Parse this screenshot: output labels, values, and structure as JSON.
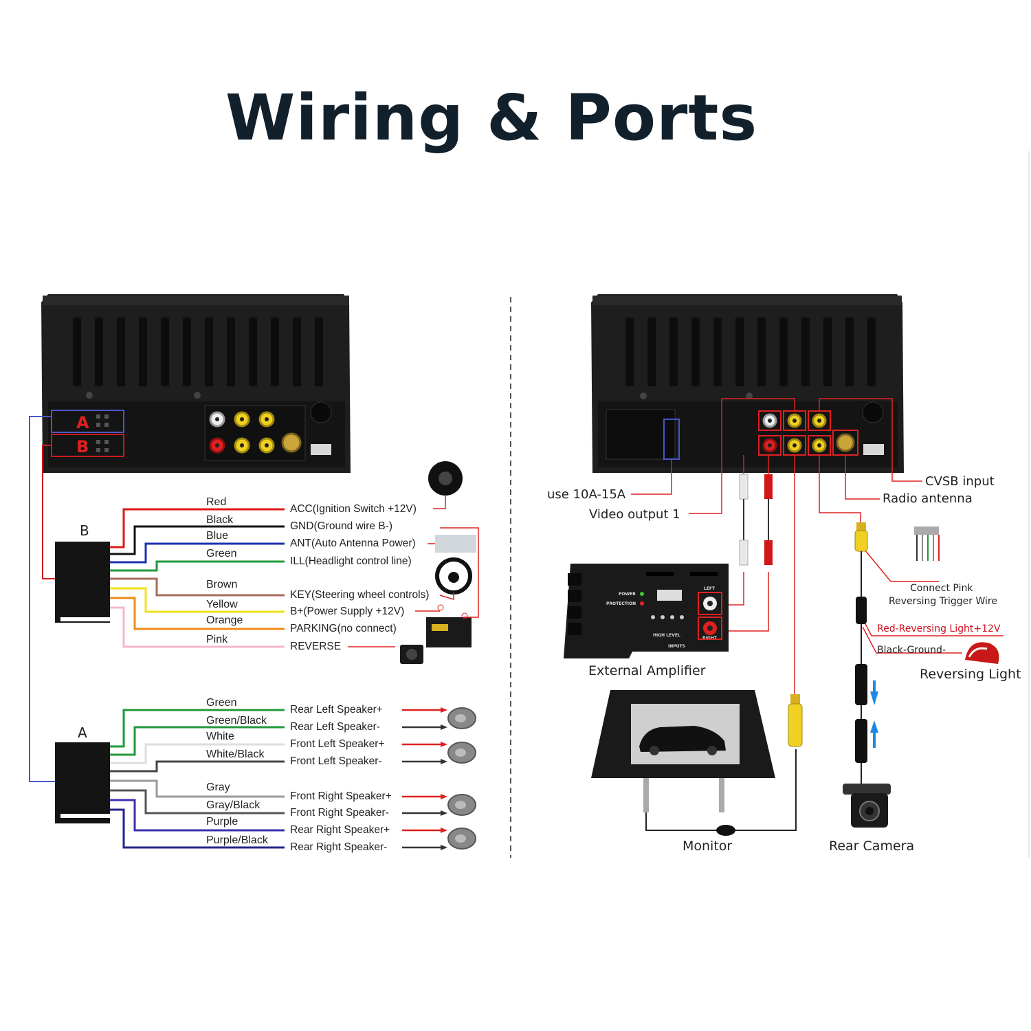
{
  "title": "Wiring & Ports",
  "colors": {
    "title": "#12202c",
    "wire_line": "#e02020",
    "arrow": "#1e88e5"
  },
  "left": {
    "connector_labels": [
      "A",
      "B"
    ],
    "group_b": {
      "label": "B",
      "wires": [
        {
          "color_name": "Red",
          "hex": "#e01818",
          "function": "ACC(Ignition Switch +12V)"
        },
        {
          "color_name": "Black",
          "hex": "#111111",
          "function": "GND(Ground wire B-)"
        },
        {
          "color_name": "Blue",
          "hex": "#1b2fb0",
          "function": "ANT(Auto Antenna Power)"
        },
        {
          "color_name": "Green",
          "hex": "#1f9a3a",
          "function": "ILL(Headlight control line)"
        },
        {
          "color_name": "Brown",
          "hex": "#a86a5c",
          "function": "KEY(Steering wheel controls)"
        },
        {
          "color_name": "Yellow",
          "hex": "#f2e01a",
          "function": "B+(Power Supply +12V)"
        },
        {
          "color_name": "Orange",
          "hex": "#f08a1a",
          "function": "PARKING(no connect)"
        },
        {
          "color_name": "Pink",
          "hex": "#f4b8c8",
          "function": "REVERSE"
        }
      ]
    },
    "group_a": {
      "label": "A",
      "wires": [
        {
          "color_name": "Green",
          "hex": "#1f9a3a",
          "function": "Rear Left Speaker+"
        },
        {
          "color_name": "Green/Black",
          "hex": "#1f9a3a",
          "function": "Rear Left Speaker-"
        },
        {
          "color_name": "White",
          "hex": "#dddddd",
          "function": "Front Left Speaker+"
        },
        {
          "color_name": "White/Black",
          "hex": "#444444",
          "function": "Front Left Speaker-"
        },
        {
          "color_name": "Gray",
          "hex": "#9a9a9a",
          "function": "Front Right Speaker+"
        },
        {
          "color_name": "Gray/Black",
          "hex": "#555555",
          "function": "Front Right Speaker-"
        },
        {
          "color_name": "Purple",
          "hex": "#3a2fb0",
          "function": "Rear Right Speaker+"
        },
        {
          "color_name": "Purple/Black",
          "hex": "#23238a",
          "function": "Rear Right Speaker-"
        }
      ]
    }
  },
  "right": {
    "callouts": {
      "fuse": "use 10A-15A",
      "video_out": "Video output 1",
      "cvbs": "CVSB input",
      "antenna": "Radio antenna",
      "pink": "Connect Pink\nReversing Trigger Wire",
      "red_light": "Red-Reversing Light+12V",
      "black_ground": "Black-Ground-"
    },
    "amp_panel": {
      "power": "POWER",
      "protection": "PROTECTION",
      "left": "LEFT",
      "right": "RIGHT",
      "high_level": "HIGH LEVEL",
      "inputs": "INPUTS"
    },
    "captions": {
      "amplifier": "External Amplifier",
      "reversing_light": "Reversing Light",
      "monitor": "Monitor",
      "camera": "Rear Camera"
    }
  }
}
